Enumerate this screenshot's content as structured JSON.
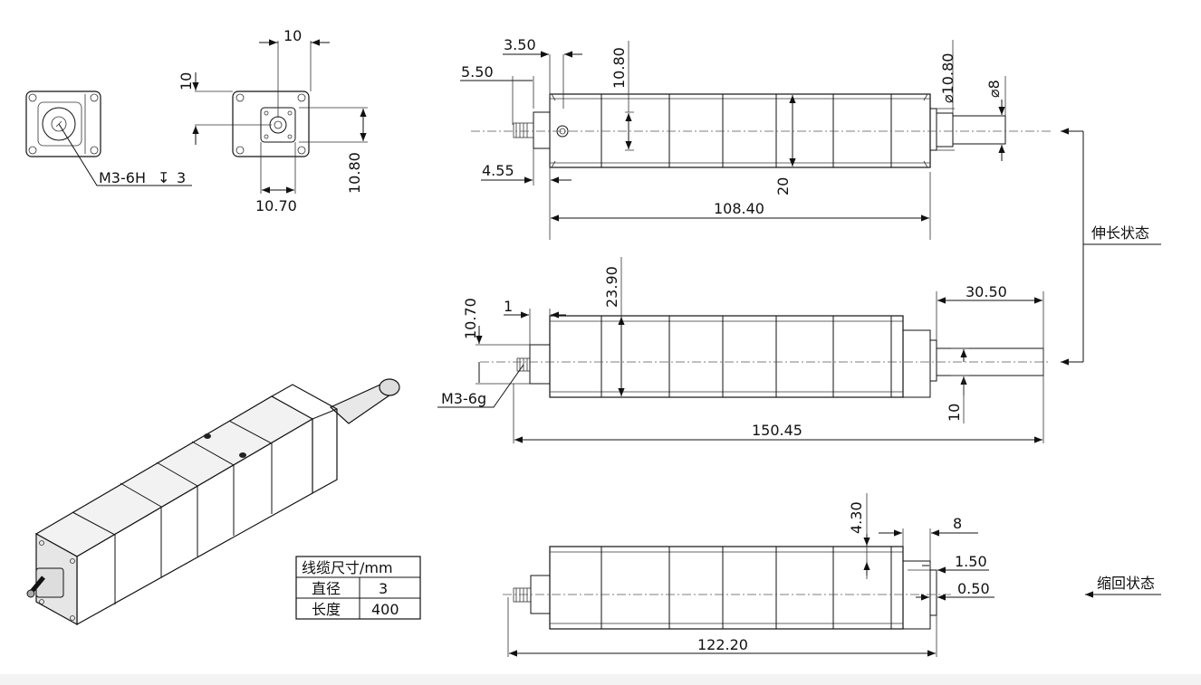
{
  "views": {
    "end_view": {
      "thread_callout": "M3-6H",
      "depth_symbol": "↧",
      "depth_value": "3"
    },
    "front_view": {
      "dim_top": "10",
      "dim_left": "10",
      "dim_right": "10.80",
      "dim_bottom": "10.70"
    },
    "extended_side": {
      "dim_a": "3.50",
      "dim_b": "5.50",
      "dim_c": "4.55",
      "dim_d": "10.80",
      "dim_height": "20",
      "dim_length": "108.40",
      "dim_dia_housing": "⌀10.80",
      "dim_dia_rod": "⌀8"
    },
    "extended_top": {
      "dim_offset": "1",
      "dim_left": "10.70",
      "dim_height": "23.90",
      "dim_rod_ext": "30.50",
      "dim_rod": "10",
      "dim_total": "150.45",
      "thread_callout": "M3-6g"
    },
    "retracted": {
      "dim_a": "4.30",
      "dim_b": "8",
      "dim_c": "1.50",
      "dim_d": "0.50",
      "dim_total": "122.20"
    }
  },
  "state_labels": {
    "extended": "伸长状态",
    "retracted": "缩回状态"
  },
  "cable_table": {
    "header": "线缆尺寸/mm",
    "rows": [
      {
        "name": "直径",
        "value": "3"
      },
      {
        "name": "长度",
        "value": "400"
      }
    ]
  }
}
